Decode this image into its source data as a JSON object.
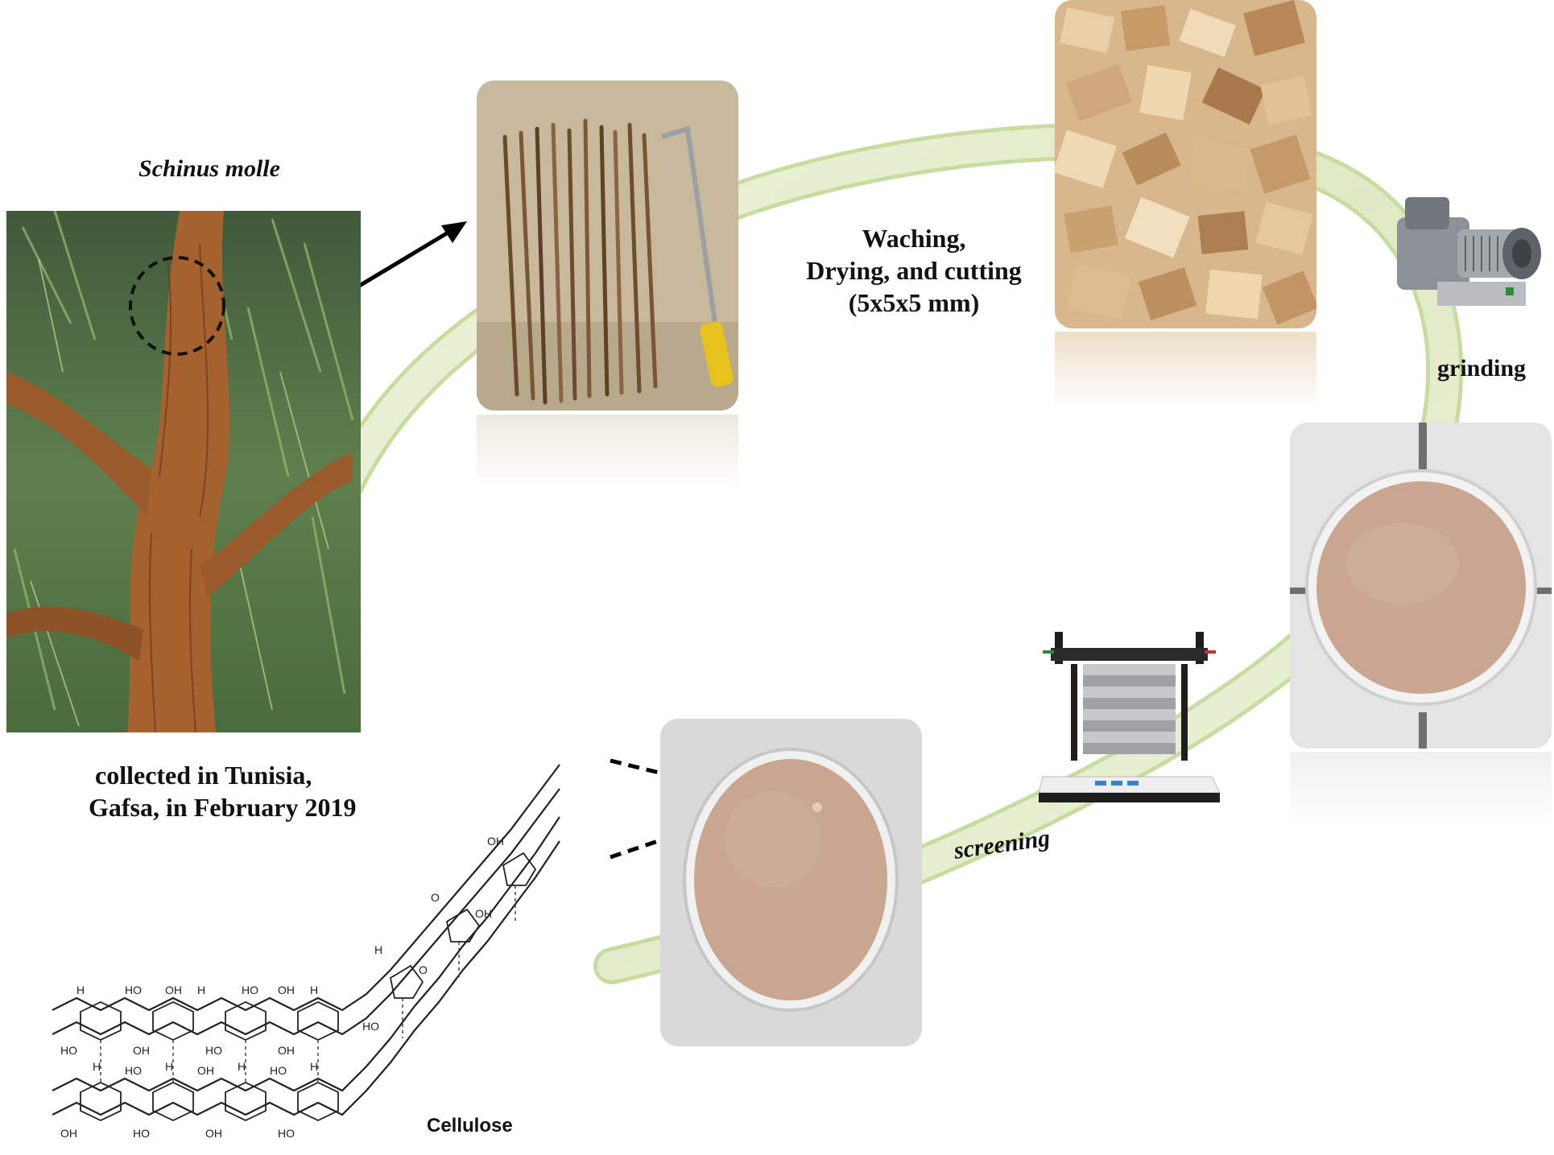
{
  "labels": {
    "species": "Schinus molle",
    "collection_line1": "collected in Tunisia,",
    "collection_line2": "Gafsa, in February 2019",
    "wash_line1": "Waching,",
    "wash_line2": "Drying, and cutting",
    "wash_line3": "(5x5x5 mm)",
    "grinding": "grinding",
    "screening": "screening",
    "cellulose": "Cellulose"
  },
  "colors": {
    "track_fill": "#e2ecc8",
    "track_edge": "#c9dca0",
    "arrow": "#000000",
    "wood": "#c9a27a",
    "powder": "#c8a690"
  },
  "images": [
    "schinus-molle-tree-photo",
    "branches-and-hacksaw-photo",
    "wood-chips-photo",
    "grinder-machine-illustration",
    "ground-powder-dish-photo",
    "sieve-shaker-illustration",
    "sieved-powder-dish-photo",
    "cellulose-structure-drawing"
  ]
}
